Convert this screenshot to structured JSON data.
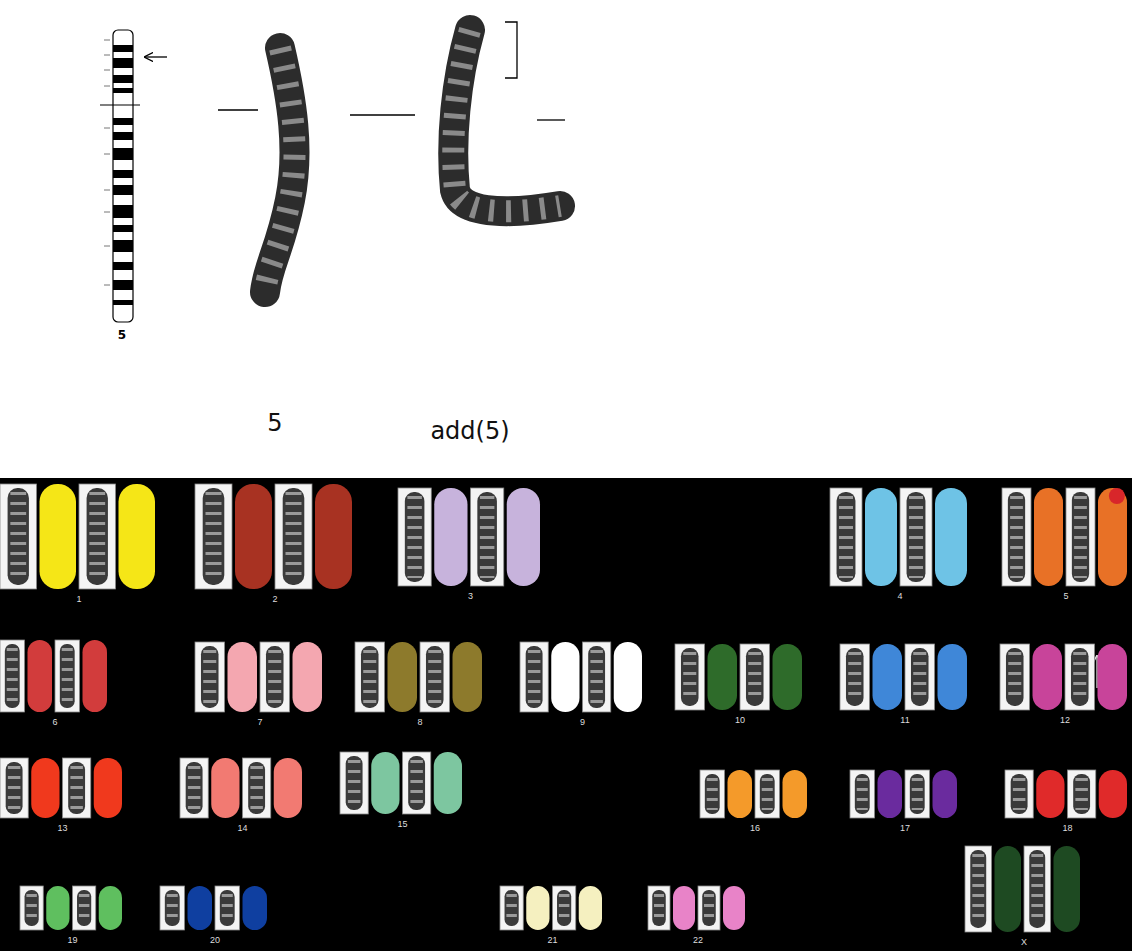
{
  "diagram": {
    "labels": [
      "5",
      "5",
      "add(5)",
      "1",
      "2",
      "3",
      "4",
      "5",
      "6",
      "7",
      "8",
      "9",
      "10",
      "11",
      "12",
      "13",
      "14",
      "15",
      "16",
      "17",
      "18",
      "19",
      "20",
      "21",
      "22",
      "X"
    ]
  }
}
